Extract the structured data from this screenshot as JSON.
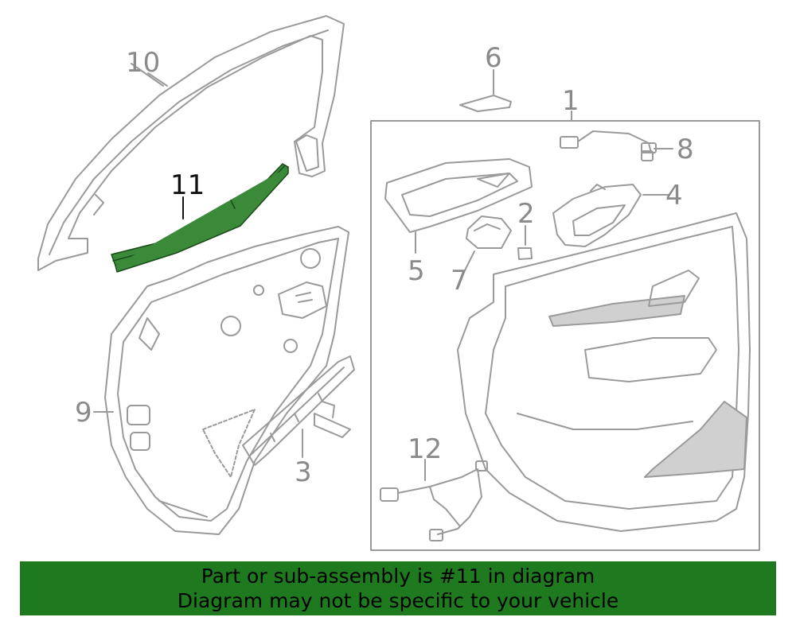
{
  "callouts": {
    "c1": "1",
    "c2": "2",
    "c3": "3",
    "c4": "4",
    "c5": "5",
    "c6": "6",
    "c7": "7",
    "c8": "8",
    "c9": "9",
    "c10": "10",
    "c11": "11",
    "c12": "12"
  },
  "highlight": {
    "part": "11",
    "color": "#3a8a3a"
  },
  "footer": {
    "line1": "Part or sub-assembly is #11 in diagram",
    "line2": "Diagram may not be specific to your vehicle",
    "background": "#1f7a1f"
  }
}
